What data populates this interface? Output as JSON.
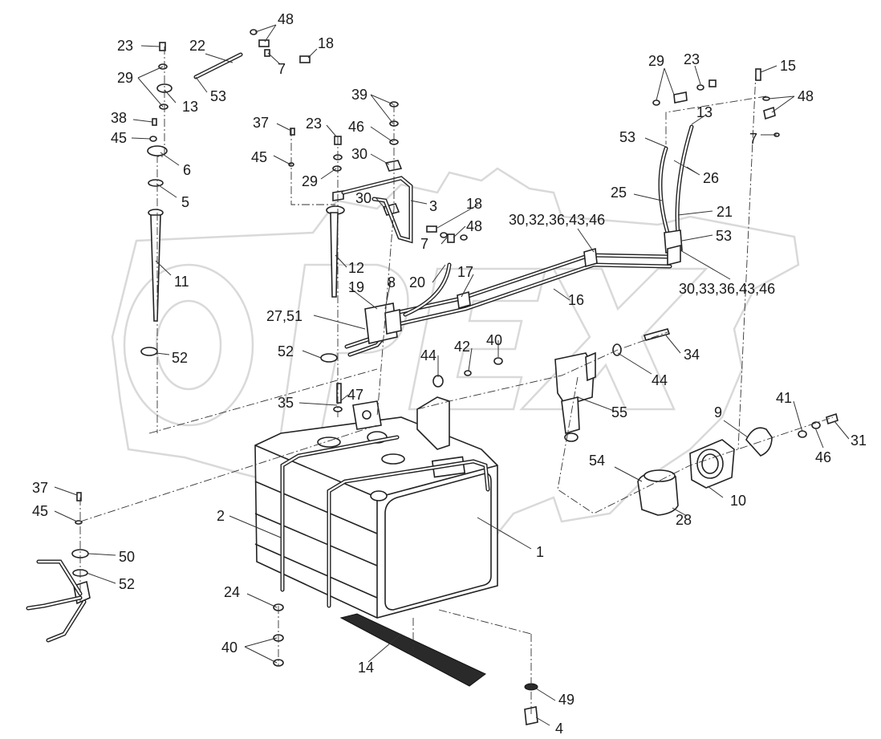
{
  "labels": {
    "p1": "1",
    "p2": "2",
    "p3": "3",
    "p4": "4",
    "p5": "5",
    "p6": "6",
    "p7a": "7",
    "p7b": "7",
    "p7c": "7",
    "p8": "8",
    "p9": "9",
    "p10": "10",
    "p11": "11",
    "p12": "12",
    "p13a": "13",
    "p13b": "13",
    "p14": "14",
    "p15": "15",
    "p16": "16",
    "p17": "17",
    "p18a": "18",
    "p18b": "18",
    "p19": "19",
    "p20": "20",
    "p21": "21",
    "p22": "22",
    "p23a": "23",
    "p23b": "23",
    "p23c": "23",
    "p24": "24",
    "p25": "25",
    "p26": "26",
    "p27_51": "27,51",
    "p28": "28",
    "p29a": "29",
    "p29b": "29",
    "p29c": "29",
    "p30a": "30",
    "p30b": "30",
    "p30_32": "30,32,36,43,46",
    "p30_33": "30,33,36,43,46",
    "p31": "31",
    "p34": "34",
    "p35": "35",
    "p37a": "37",
    "p37b": "37",
    "p38": "38",
    "p39": "39",
    "p40a": "40",
    "p40b": "40",
    "p41": "41",
    "p42": "42",
    "p44a": "44",
    "p44b": "44",
    "p45a": "45",
    "p45b": "45",
    "p45c": "45",
    "p46a": "46",
    "p46b": "46",
    "p47": "47",
    "p48a": "48",
    "p48b": "48",
    "p48c": "48",
    "p49": "49",
    "p50": "50",
    "p52a": "52",
    "p52b": "52",
    "p52c": "52",
    "p53a": "53",
    "p53b": "53",
    "p53c": "53",
    "p54": "54",
    "p55": "55"
  },
  "watermark": {
    "text": "OPEX",
    "color": "#d9d9d9"
  }
}
